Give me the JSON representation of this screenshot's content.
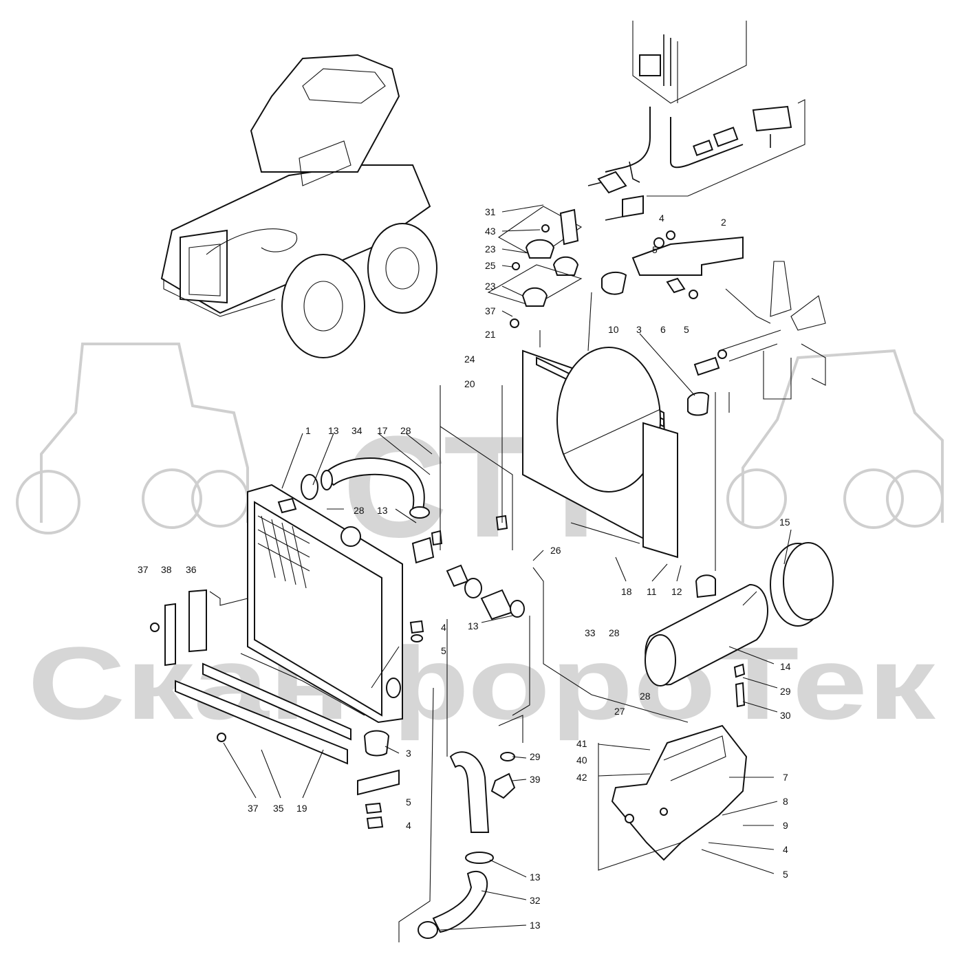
{
  "watermark": {
    "logo_text": "СТТ",
    "company": "СканфороТек",
    "color": "#cfcfcf"
  },
  "labels": {
    "l1": "1",
    "l2": "2",
    "l3a": "3",
    "l3b": "3",
    "l4a": "4",
    "l4b": "4",
    "l4c": "4",
    "l4d": "4",
    "l5a": "5",
    "l5b": "5",
    "l5c": "5",
    "l5d": "5",
    "l5e": "5",
    "l6": "6",
    "l7": "7",
    "l8": "8",
    "l9": "9",
    "l10": "10",
    "l11": "11",
    "l12": "12",
    "l13a": "13",
    "l13b": "13",
    "l13c": "13",
    "l13d": "13",
    "l13e": "13",
    "l14": "14",
    "l15": "15",
    "l17": "17",
    "l18": "18",
    "l19": "19",
    "l20": "20",
    "l21": "21",
    "l23a": "23",
    "l23b": "23",
    "l24": "24",
    "l25": "25",
    "l26": "26",
    "l27": "27",
    "l28a": "28",
    "l28b": "28",
    "l28c": "28",
    "l28d": "28",
    "l29a": "29",
    "l29b": "29",
    "l30": "30",
    "l31": "31",
    "l32": "32",
    "l33": "33",
    "l34": "34",
    "l35": "35",
    "l36": "36",
    "l37a": "37",
    "l37b": "37",
    "l37c": "37",
    "l38": "38",
    "l39": "39",
    "l40": "40",
    "l41": "41",
    "l42": "42",
    "l43": "43"
  }
}
